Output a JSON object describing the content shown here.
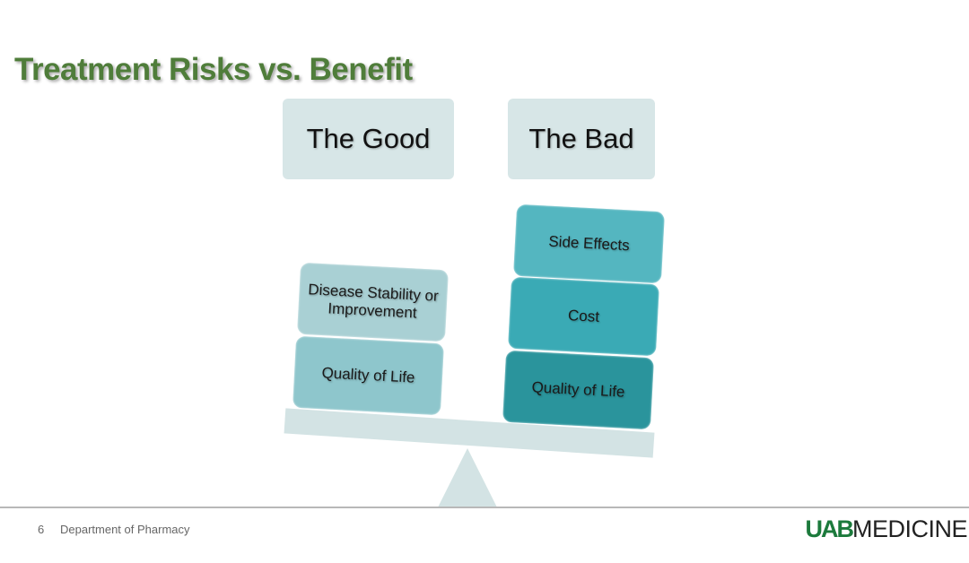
{
  "slide": {
    "title": "Treatment Risks vs. Benefit",
    "page_number": "6",
    "department": "Department of Pharmacy",
    "logo": {
      "brand": "UAB",
      "text": "MEDICINE"
    }
  },
  "balance": {
    "good": {
      "header": "The Good",
      "items": [
        "Disease Stability or Improvement",
        "Quality of Life"
      ]
    },
    "bad": {
      "header": "The Bad",
      "items": [
        "Side Effects",
        "Cost",
        "Quality of Life"
      ]
    }
  },
  "colors": {
    "title_green": "#4f7d3a",
    "header_box": "#d7e6e7",
    "good_top": "#a9d0d4",
    "good_bottom": "#8ec6cc",
    "bad_top": "#54b6c0",
    "bad_mid": "#3aaab5",
    "bad_bottom": "#2a949c",
    "beam": "#d3e3e4"
  }
}
